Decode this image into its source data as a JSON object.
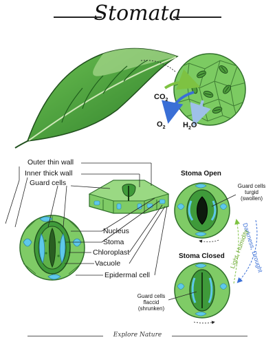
{
  "title": "Stomata",
  "footer": "Explore Nature",
  "gases": {
    "co2": "CO",
    "co2_sub": "2",
    "o2": "O",
    "o2_sub": "2",
    "h2o_a": "H",
    "h2o_sub": "2",
    "h2o_b": "O"
  },
  "labels": {
    "outer_thin_wall": "Outer thin wall",
    "inner_thick_wall": "Inner thick wall",
    "guard_cells": "Guard cells",
    "nucleus": "Nucleus",
    "stoma": "Stoma",
    "chloroplast": "Chloroplast",
    "vacuole": "Vacuole",
    "epidermal_cell": "Epidermal cell"
  },
  "open_panel": {
    "heading": "Stoma Open",
    "note_l1": "Guard cells",
    "note_l2": "turgid",
    "note_l3": "(swollen)"
  },
  "closed_panel": {
    "heading": "Stoma Closed",
    "note_l1": "Guard cells",
    "note_l2": "flaccid",
    "note_l3": "(shrunken)"
  },
  "conditions": {
    "to_close": "Darkness, Drought",
    "to_open": "Light, Humidity"
  },
  "colors": {
    "leaf_dark": "#2f7d2a",
    "leaf_light": "#7cc35a",
    "cell_green": "#8ed07a",
    "guard_green": "#3f9a3a",
    "vacuole_blue": "#5ec8ea",
    "close_blue": "#3a6fd6",
    "open_green": "#7ec242"
  }
}
